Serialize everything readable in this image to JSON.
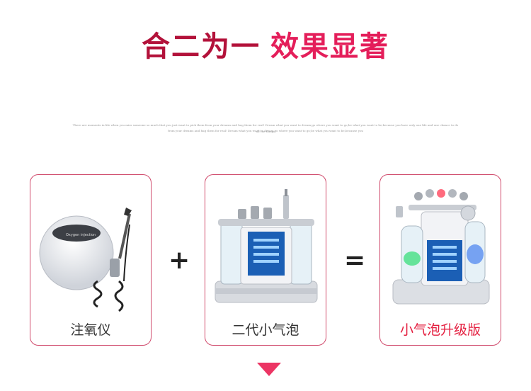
{
  "title": {
    "part1": "合二为一",
    "part2": "效果显著"
  },
  "subtitle": {
    "line1": "There are moments in life when you miss someone so much that you just want to pick them from your dreams and hug them for real! Dream what you want to dream;go where you want to go;be what you want to be,because you have only one life and one chance to do all the things",
    "line2": "from your dreams and hug them for real! Dream what you want to dream;go where you want to go;be what you want to be,because you"
  },
  "products": [
    {
      "label": "注氧仪",
      "device_text": "Oxygen injection"
    },
    {
      "label": "二代小气泡"
    },
    {
      "label": "小气泡升级版"
    }
  ],
  "operators": {
    "plus": "+",
    "equals": "="
  },
  "colors": {
    "title_dark": "#b3123a",
    "title_bright": "#e41e5a",
    "card_border": "#d04a6c",
    "accent_label": "#e41e3f",
    "arrow": "#ec3564"
  }
}
